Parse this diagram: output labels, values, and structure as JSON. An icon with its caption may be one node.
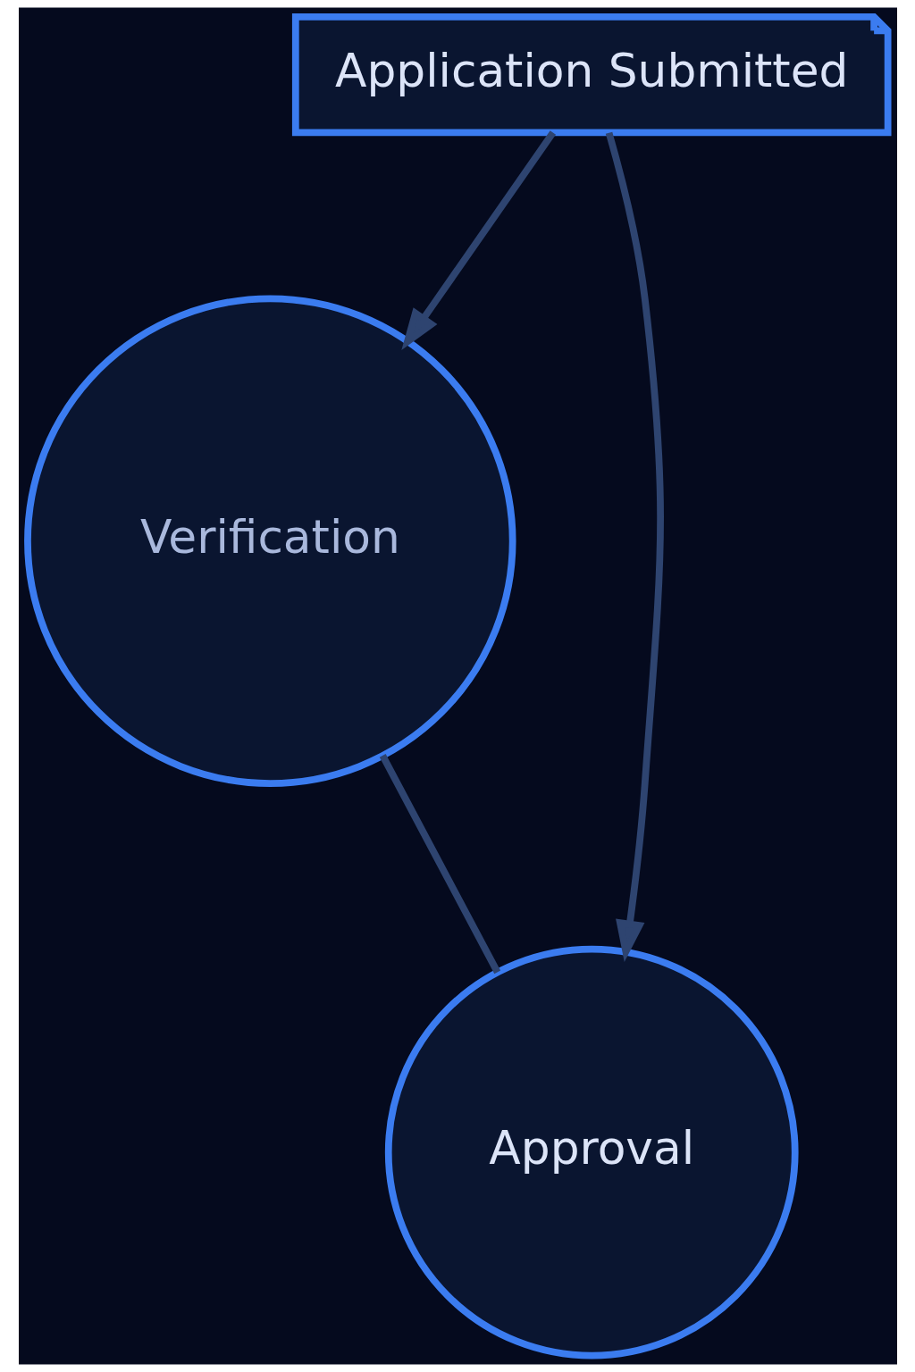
{
  "diagram": {
    "nodes": [
      {
        "text": [
          "Application Submitted"
        ]
      },
      {
        "text": [
          "Verification"
        ]
      },
      {
        "text": [
          "Approval"
        ]
      }
    ],
    "edges": [
      {
        "from": 0,
        "to": 1,
        "arrow": "to"
      },
      {
        "from": 0,
        "to": 2,
        "arrow": "to"
      },
      {
        "from": 1,
        "to": 2,
        "arrow": "none"
      }
    ]
  }
}
